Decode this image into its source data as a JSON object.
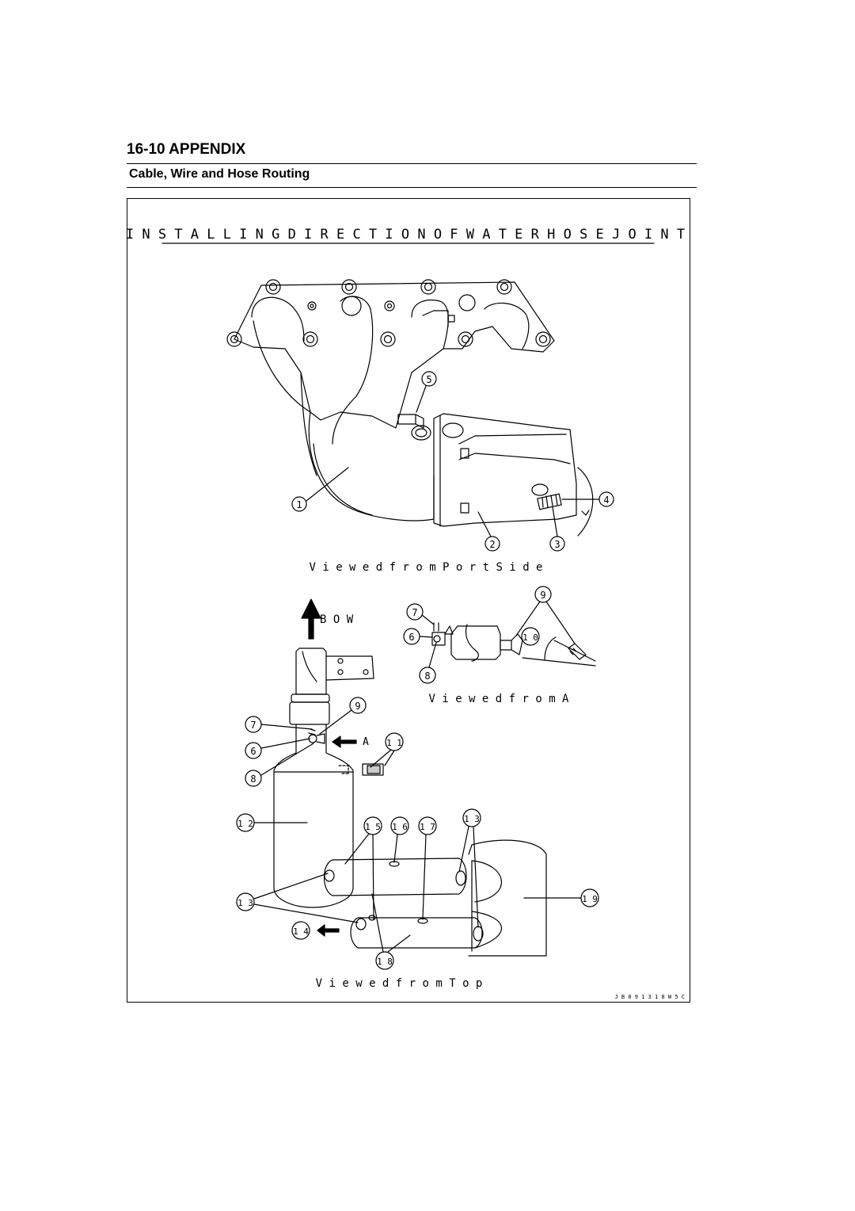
{
  "header": {
    "section_title": "16-10 APPENDIX",
    "subsection_title": "Cable, Wire and Hose Routing"
  },
  "figure": {
    "title": "I N S T A L L I N G   D I R E C T I O N   O F   W A T E R   H O S E   J O I N T",
    "caption_port": "V i e w e d   f r o m   P o r t   S i d e",
    "caption_a": "V i e w e d   f r o m   A",
    "caption_top": "V i e w e d   f r o m   T o p",
    "bow_label": "B O W",
    "view_a_label": "A",
    "figure_code": "J B 0 9 1 3 1 8 W 5   C",
    "callouts": {
      "c1": "1",
      "c2": "2",
      "c3": "3",
      "c4": "4",
      "c5": "5",
      "c6": "6",
      "c7": "7",
      "c8": "8",
      "c9": "9",
      "c10": "1 0",
      "c11": "1 1",
      "c12": "1 2",
      "c13": "1 3",
      "c14": "1 4",
      "c15": "1 5",
      "c16": "1 6",
      "c17": "1 7",
      "c18": "1 8",
      "c19": "1 9"
    }
  }
}
